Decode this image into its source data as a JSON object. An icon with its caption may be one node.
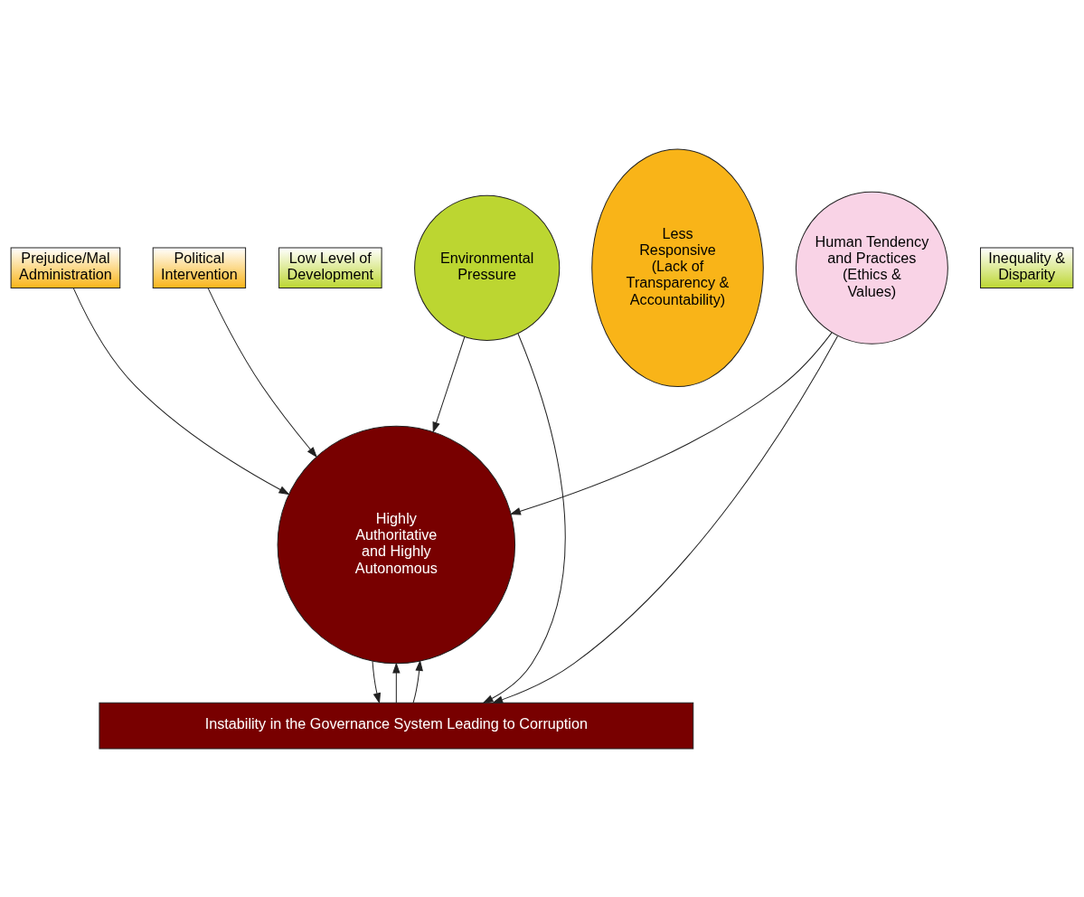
{
  "diagram": {
    "nodes": [
      {
        "text": [
          "Less Responsive (Lack of Transparency & Accountability)"
        ]
      },
      {
        "text": [
          "Environmental Pressure"
        ]
      },
      {
        "text": [
          "Human Tendency and Practices (Ethics & Values)"
        ]
      },
      {
        "text": [
          "Low Level of Development"
        ]
      },
      {
        "text": [
          "Prejudice/Mal Administration"
        ]
      },
      {
        "text": [
          "Political Intervention"
        ]
      },
      {
        "text": [
          "Inequality & Disparity"
        ]
      },
      {
        "text": [
          "Highly Authoritative and Highly Autonomous"
        ]
      },
      {
        "text": [
          "Instability in the Governance System Leading to Corruption"
        ]
      }
    ],
    "edges": [
      {
        "from": 1,
        "to": 7,
        "arrow": "to"
      },
      {
        "from": 1,
        "to": 8,
        "arrow": "to"
      },
      {
        "from": 4,
        "to": 7,
        "arrow": "to"
      },
      {
        "from": 5,
        "to": 7,
        "arrow": "to"
      },
      {
        "from": 2,
        "to": 7,
        "arrow": "to"
      },
      {
        "from": 2,
        "to": 8,
        "arrow": "to"
      },
      {
        "from": 8,
        "to": 7,
        "arrow": "to"
      },
      {
        "from": 7,
        "to": 8,
        "arrow": "to"
      },
      {
        "from": 8,
        "to": 7,
        "arrow": "to"
      }
    ]
  }
}
